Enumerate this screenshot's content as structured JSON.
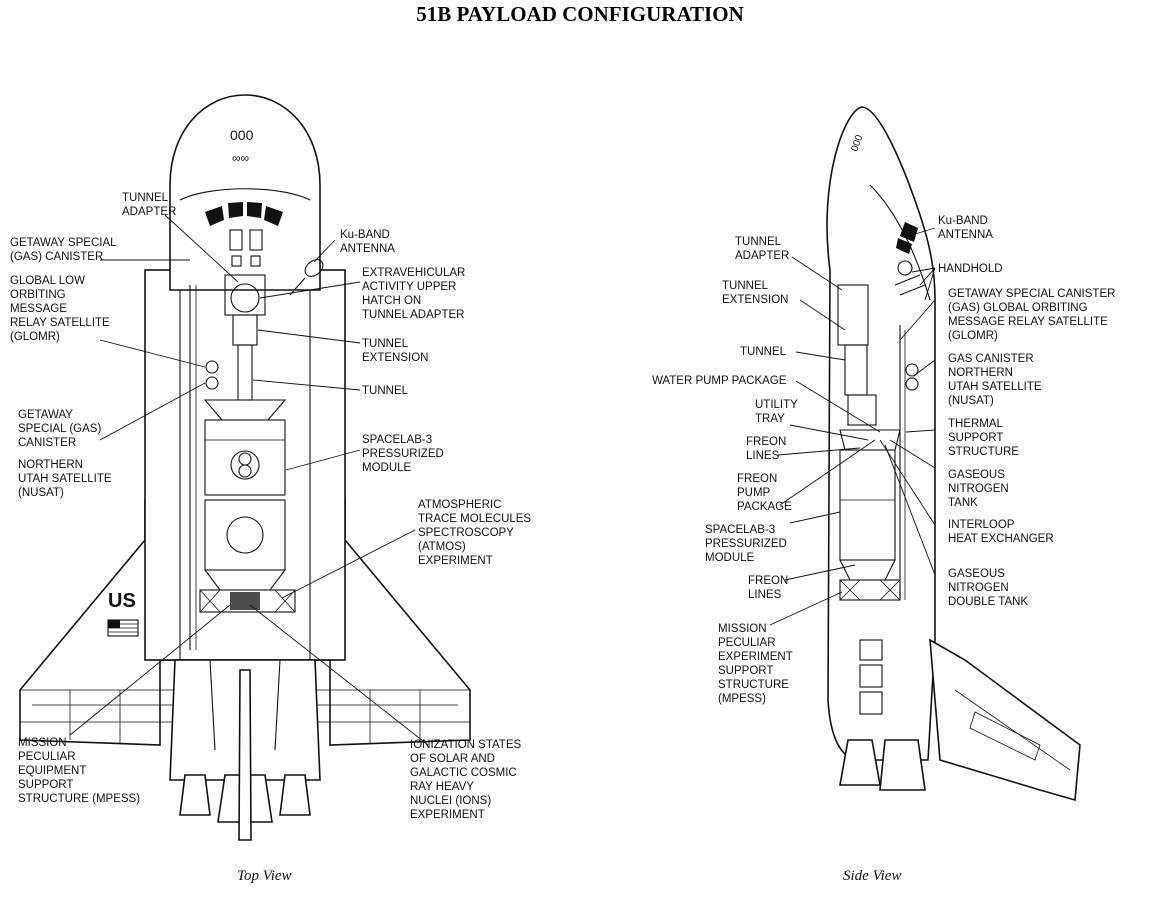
{
  "title": "51B PAYLOAD CONFIGURATION",
  "top_view": {
    "caption": "Top View",
    "nose_text_1": "000",
    "nose_text_2": "∞∞",
    "tail_text": "US",
    "labels": [
      {
        "id": "tunnel-adapter",
        "lines": [
          "TUNNEL",
          "ADAPTER"
        ]
      },
      {
        "id": "gas-canister",
        "lines": [
          "GETAWAY SPECIAL",
          "(GAS) CANISTER"
        ]
      },
      {
        "id": "glomr",
        "lines": [
          "GLOBAL LOW",
          "ORBITING",
          "MESSAGE",
          "RELAY SATELLITE",
          "(GLOMR)"
        ]
      },
      {
        "id": "gas-canister-2",
        "lines": [
          "GETAWAY",
          "SPECIAL (GAS)",
          "CANISTER"
        ]
      },
      {
        "id": "nusat",
        "lines": [
          "NORTHERN",
          "UTAH SATELLITE",
          "(NUSAT)"
        ]
      },
      {
        "id": "mpess",
        "lines": [
          "MISSION",
          "PECULIAR",
          "EQUIPMENT",
          "SUPPORT",
          "STRUCTURE (MPESS)"
        ]
      },
      {
        "id": "ku-band",
        "lines": [
          "Ku-BAND",
          "ANTENNA"
        ]
      },
      {
        "id": "eva-hatch",
        "lines": [
          "EXTRAVEHICULAR",
          "ACTIVITY UPPER",
          "HATCH ON",
          "TUNNEL ADAPTER"
        ]
      },
      {
        "id": "tunnel-extension",
        "lines": [
          "TUNNEL",
          "EXTENSION"
        ]
      },
      {
        "id": "tunnel",
        "lines": [
          "TUNNEL"
        ]
      },
      {
        "id": "spacelab",
        "lines": [
          "SPACELAB-3",
          "PRESSURIZED",
          "MODULE"
        ]
      },
      {
        "id": "atmos",
        "lines": [
          "ATMOSPHERIC",
          "TRACE MOLECULES",
          "SPECTROSCOPY",
          "(ATMOS)",
          "EXPERIMENT"
        ]
      },
      {
        "id": "ions",
        "lines": [
          "IONIZATION STATES",
          "OF SOLAR AND",
          "GALACTIC COSMIC",
          "RAY HEAVY",
          "NUCLEI (IONS)",
          "EXPERIMENT"
        ]
      }
    ]
  },
  "side_view": {
    "caption": "Side View",
    "labels": [
      {
        "id": "tunnel-adapter",
        "lines": [
          "TUNNEL",
          "ADAPTER"
        ]
      },
      {
        "id": "tunnel-extension",
        "lines": [
          "TUNNEL",
          "EXTENSION"
        ]
      },
      {
        "id": "tunnel",
        "lines": [
          "TUNNEL"
        ]
      },
      {
        "id": "water-pump",
        "lines": [
          "WATER PUMP PACKAGE"
        ]
      },
      {
        "id": "utility-tray",
        "lines": [
          "UTILITY",
          "TRAY"
        ]
      },
      {
        "id": "freon-lines",
        "lines": [
          "FREON",
          "LINES"
        ]
      },
      {
        "id": "freon-pump",
        "lines": [
          "FREON",
          "PUMP",
          "PACKAGE"
        ]
      },
      {
        "id": "spacelab",
        "lines": [
          "SPACELAB-3",
          "PRESSURIZED",
          "MODULE"
        ]
      },
      {
        "id": "freon-lines-2",
        "lines": [
          "FREON",
          "LINES"
        ]
      },
      {
        "id": "mpess",
        "lines": [
          "MISSION",
          "PECULIAR",
          "EXPERIMENT",
          "SUPPORT",
          "STRUCTURE",
          "(MPESS)"
        ]
      },
      {
        "id": "ku-band",
        "lines": [
          "Ku-BAND",
          "ANTENNA"
        ]
      },
      {
        "id": "handhold",
        "lines": [
          "HANDHOLD"
        ]
      },
      {
        "id": "gas-glomr",
        "lines": [
          "GETAWAY SPECIAL CANISTER",
          "(GAS) GLOBAL ORBITING",
          "MESSAGE RELAY SATELLITE",
          "(GLOMR)"
        ]
      },
      {
        "id": "gas-nusat",
        "lines": [
          "GAS CANISTER",
          "NORTHERN",
          "UTAH SATELLITE",
          "(NUSAT)"
        ]
      },
      {
        "id": "thermal-support",
        "lines": [
          "THERMAL",
          "SUPPORT",
          "STRUCTURE"
        ]
      },
      {
        "id": "gn2-tank",
        "lines": [
          "GASEOUS",
          "NITROGEN",
          "TANK"
        ]
      },
      {
        "id": "interloop",
        "lines": [
          "INTERLOOP",
          "HEAT EXCHANGER"
        ]
      },
      {
        "id": "gn2-double",
        "lines": [
          "GASEOUS",
          "NITROGEN",
          "DOUBLE TANK"
        ]
      }
    ]
  }
}
